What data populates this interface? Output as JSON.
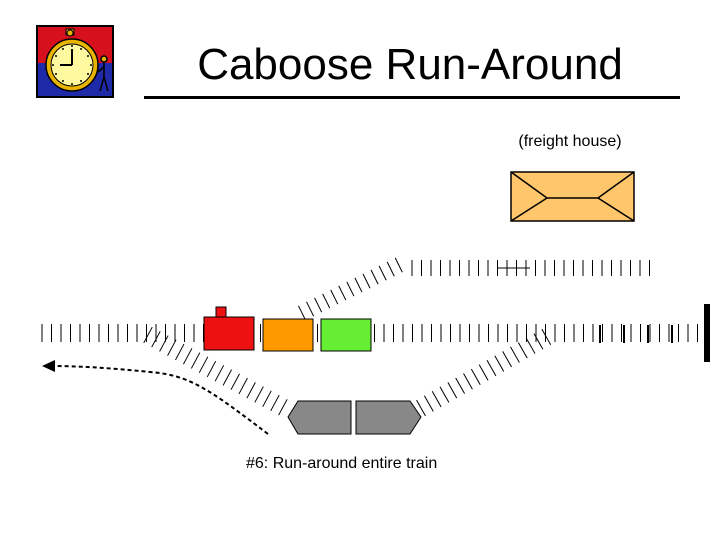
{
  "slide": {
    "title": "Caboose Run-Around",
    "building_label": "(freight house)",
    "caption": "#6:  Run-around entire train"
  },
  "logo": {
    "icon": "stopwatch-icon"
  },
  "colors": {
    "logo_top": "#d6101c",
    "logo_bottom": "#1f2aa8",
    "watch_face": "#fff9a0",
    "watch_rim": "#e8b400",
    "freight_house": "#ffc66b",
    "caboose": "#ee1111",
    "car_orange": "#ff9900",
    "car_green": "#66ee33",
    "locomotive": "#888888",
    "track": "#000000"
  },
  "train": {
    "cars": [
      "caboose",
      "boxcar-orange",
      "boxcar-green"
    ],
    "locomotive_units": 2
  }
}
